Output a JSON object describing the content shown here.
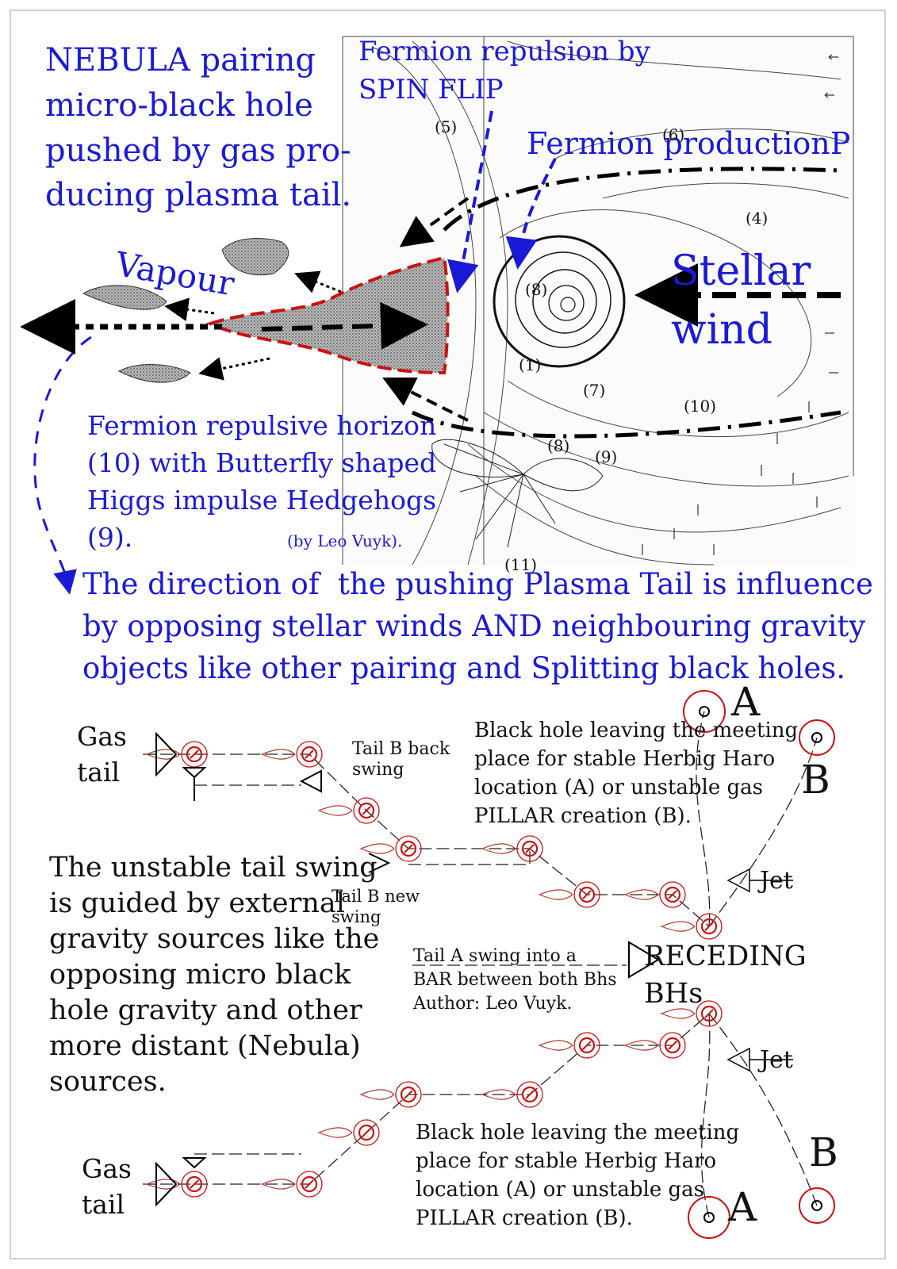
{
  "top": {
    "nebula_title": [
      "NEBULA pairing",
      "micro-black hole",
      "pushed by gas pro-",
      "ducing plasma tail."
    ],
    "vapour": "Vapour",
    "fermion_repulsion": [
      "Fermion repulsion by",
      "SPIN FLIP"
    ],
    "fermion_production": "Fermion productionP",
    "stellar_wind": [
      "Stellar",
      "wind"
    ],
    "horizon": [
      "Fermion repulsive horizon",
      "(10) with Butterfly shaped",
      "Higgs impulse Hedgehogs",
      "(9)."
    ],
    "author": "(by Leo Vuyk).",
    "conclusion": [
      "The direction of  the pushing Plasma Tail is influence",
      "by opposing stellar winds AND neighbouring gravity",
      "objects like other pairing and Splitting black holes."
    ],
    "field_labels": [
      "(5)",
      "(6)",
      "(4)",
      "(8)",
      "(1)",
      "(7)",
      "(10)",
      "(8)",
      "(9)",
      "(11)"
    ]
  },
  "bottom": {
    "gas_tail_top": [
      "Gas",
      "tail"
    ],
    "gas_tail_bottom": [
      "Gas",
      "tail"
    ],
    "tail_b_back": [
      "Tail B back",
      "swing"
    ],
    "tail_b_new": [
      "Tail B new",
      "swing"
    ],
    "bh_leaving_top": [
      "Black hole leaving the meeting",
      "place for stable Herbig Haro",
      "location (A) or unstable gas",
      "PILLAR creation (B)."
    ],
    "bh_leaving_bottom": [
      "Black hole leaving the meeting",
      "place for stable Herbig Haro",
      "location (A) or unstable gas",
      "PILLAR creation (B)."
    ],
    "unstable": [
      "The unstable tail swing",
      "is guided by external",
      "gravity sources like the",
      "opposing micro black",
      "hole gravity and other",
      "more distant (Nebula)",
      "sources."
    ],
    "tail_a": [
      "Tail A swing into a",
      "BAR between both Bhs",
      "Author: Leo Vuyk."
    ],
    "receding": [
      "RECEDING",
      "BHs"
    ],
    "jet": "Jet",
    "letter_a": "A",
    "letter_b": "B"
  },
  "colors": {
    "blue": "#1a1ad6",
    "red": "#cc1111",
    "dark_red": "#b33a2a",
    "grey": "#9a9a9a"
  }
}
